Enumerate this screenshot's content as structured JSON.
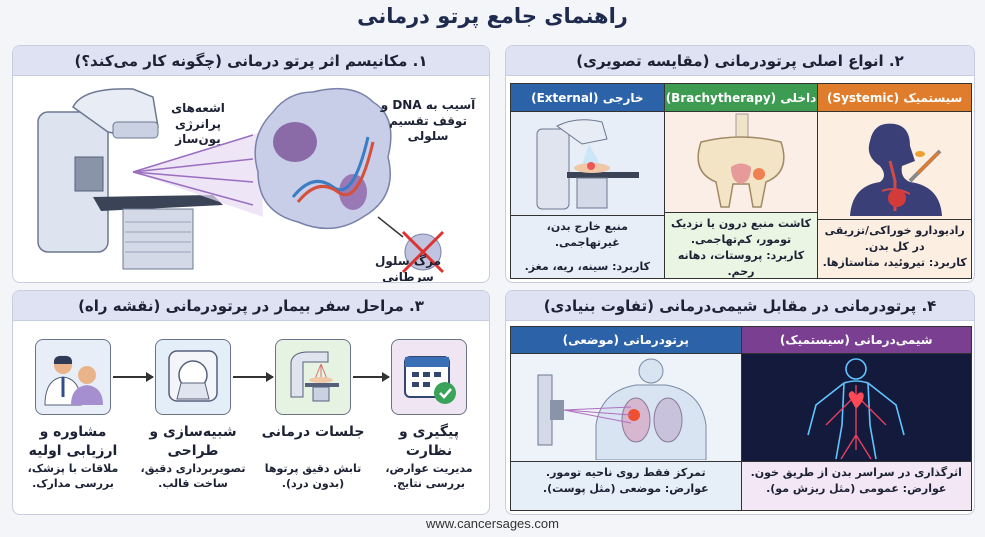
{
  "title": "راهنمای جامع پرتو درمانی",
  "colors": {
    "external": "#2c62a8",
    "brachy": "#3d9b52",
    "systemic": "#e07d2c",
    "chemo": "#7b3f91",
    "header_band": "#dfe2f2"
  },
  "section1": {
    "heading": "۱. مکانیسم اثر پرتو درمانی (چگونه کار می‌کند؟)",
    "beam_label": "اشعه‌های پرانرژی یون‌ساز",
    "dna_label": "آسیب به DNA و توقف تقسیم سلولی",
    "death_label": "مرگ سلول سرطانی"
  },
  "section2": {
    "heading": "۲. انواع اصلی پرتودرمانی (مقایسه تصویری)",
    "columns": [
      {
        "header": "سیستمیک (Systemic)",
        "icon": "body-with-pill-and-syringe",
        "desc": "رادیودارو خوراکی/تزریقی در کل بدن.",
        "use": "کاربرد: تیروئید، متاستازها."
      },
      {
        "header": "داخلی (Brachytherapy)",
        "icon": "pelvis-implant",
        "desc": "کاشت منبع درون یا نزدیک تومور، کم‌تهاجمی.",
        "use": "کاربرد: پروستات، دهانه رحم."
      },
      {
        "header": "خارجی (External)",
        "icon": "linear-accelerator",
        "desc": "منبع خارج بدن، غیرتهاجمی.",
        "use": "کاربرد: سینه، ریه، مغز."
      }
    ]
  },
  "section3": {
    "heading": "۳. مراحل سفر بیمار در پرتودرمانی (نقشه راه)",
    "steps": [
      {
        "title": "پیگیری و نظارت",
        "desc": "مدیریت عوارض، بررسی نتایج.",
        "icon": "calendar-check-icon"
      },
      {
        "title": "جلسات درمانی",
        "desc": "تابش دقیق پرتوها (بدون درد).",
        "icon": "radiation-machine-icon"
      },
      {
        "title": "شبیه‌سازی و طراحی",
        "desc": "تصویربرداری دقیق، ساخت قالب.",
        "icon": "ct-scanner-icon"
      },
      {
        "title": "مشاوره و ارزیابی اولیه",
        "desc": "ملاقات با پزشک، بررسی مدارک.",
        "icon": "doctor-patient-icon"
      }
    ]
  },
  "section4": {
    "heading": "۴. پرتودرمانی در مقابل شیمی‌درمانی (تفاوت بنیادی)",
    "columns": [
      {
        "header": "شیمی‌درمانی (سیستمیک)",
        "desc": "اثرگذاری در سراسر بدن از طریق خون.",
        "effects": "عوارض: عمومی (مثل ریزش مو)."
      },
      {
        "header": "پرتودرمانی (موضعی)",
        "desc": "تمرکز فقط روی ناحیه تومور.",
        "effects": "عوارض: موضعی (مثل پوست)."
      }
    ]
  },
  "footer": "www.cancersages.com"
}
